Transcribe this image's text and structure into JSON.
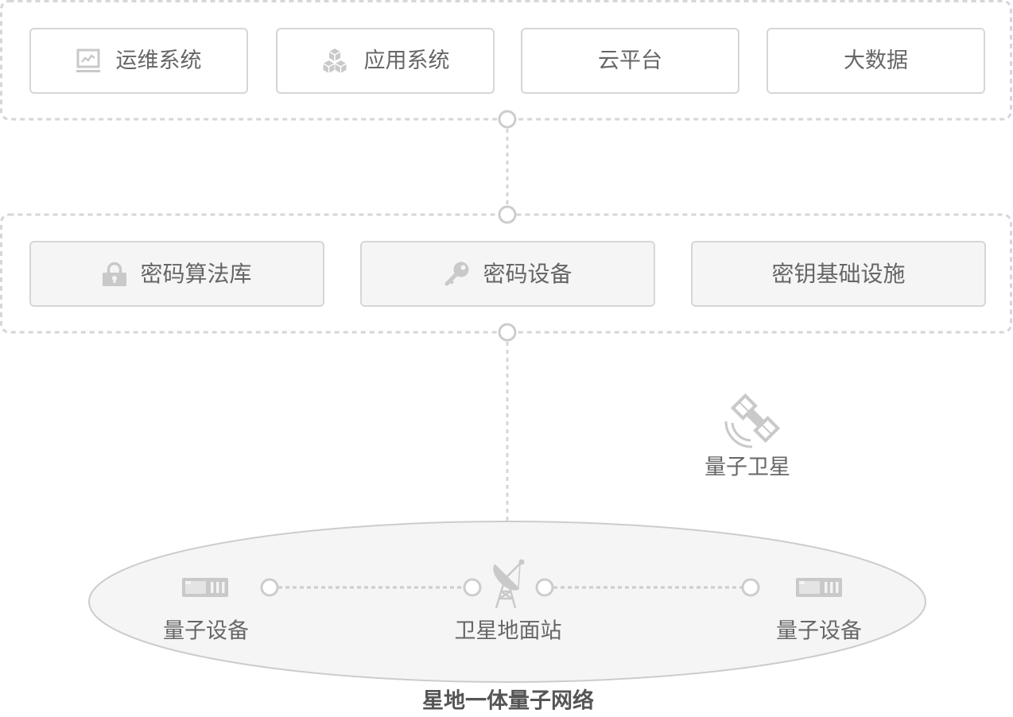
{
  "application_layer": {
    "items": [
      {
        "label": "运维系统",
        "icon": "monitor-chart-icon"
      },
      {
        "label": "应用系统",
        "icon": "cubes-icon"
      },
      {
        "label": "云平台"
      },
      {
        "label": "大数据"
      }
    ]
  },
  "crypto_layer": {
    "items": [
      {
        "label": "密码算法库",
        "icon": "lock-icon"
      },
      {
        "label": "密码设备",
        "icon": "key-icon"
      },
      {
        "label": "密钥基础设施"
      }
    ]
  },
  "quantum_satellite": {
    "label": "量子卫星",
    "icon": "satellite-icon"
  },
  "network": {
    "title": "星地一体量子网络",
    "nodes": [
      {
        "label": "量子设备",
        "icon": "server-icon"
      },
      {
        "label": "卫星地面站",
        "icon": "satellite-dish-icon"
      },
      {
        "label": "量子设备",
        "icon": "server-icon"
      }
    ]
  },
  "colors": {
    "line": "#d6d6d6",
    "node": "#cccccc",
    "icon": "#c9c9c9",
    "text": "#666666",
    "title": "#555555",
    "panel": "#f5f5f5"
  }
}
